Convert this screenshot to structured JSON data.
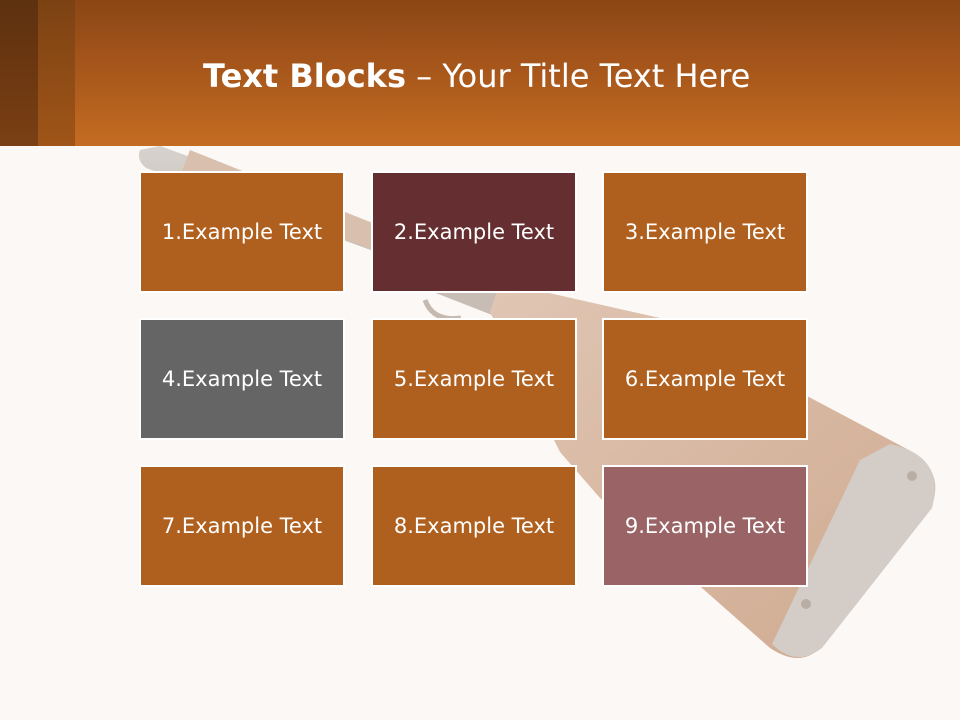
{
  "title": {
    "bold": "Text Blocks",
    "dash": " – ",
    "rest": "Your Title Text Here"
  },
  "colors": {
    "header": "#c46c22",
    "block_orange": "#b0601e",
    "block_maroon": "#652f31",
    "block_gray": "#656565",
    "block_mauve": "#9a6466",
    "background": "#fcf8f5"
  },
  "background_image": "rifle-stock-icon",
  "blocks": [
    {
      "label": "1.Example Text",
      "color": "#b0601e"
    },
    {
      "label": "2.Example Text",
      "color": "#652f31"
    },
    {
      "label": "3.Example Text",
      "color": "#b0601e"
    },
    {
      "label": "4.Example Text",
      "color": "#656565"
    },
    {
      "label": "5.Example Text",
      "color": "#b0601e"
    },
    {
      "label": "6.Example Text",
      "color": "#b0601e"
    },
    {
      "label": "7.Example Text",
      "color": "#b0601e"
    },
    {
      "label": "8.Example Text",
      "color": "#b0601e"
    },
    {
      "label": "9.Example Text",
      "color": "#9a6466"
    }
  ]
}
